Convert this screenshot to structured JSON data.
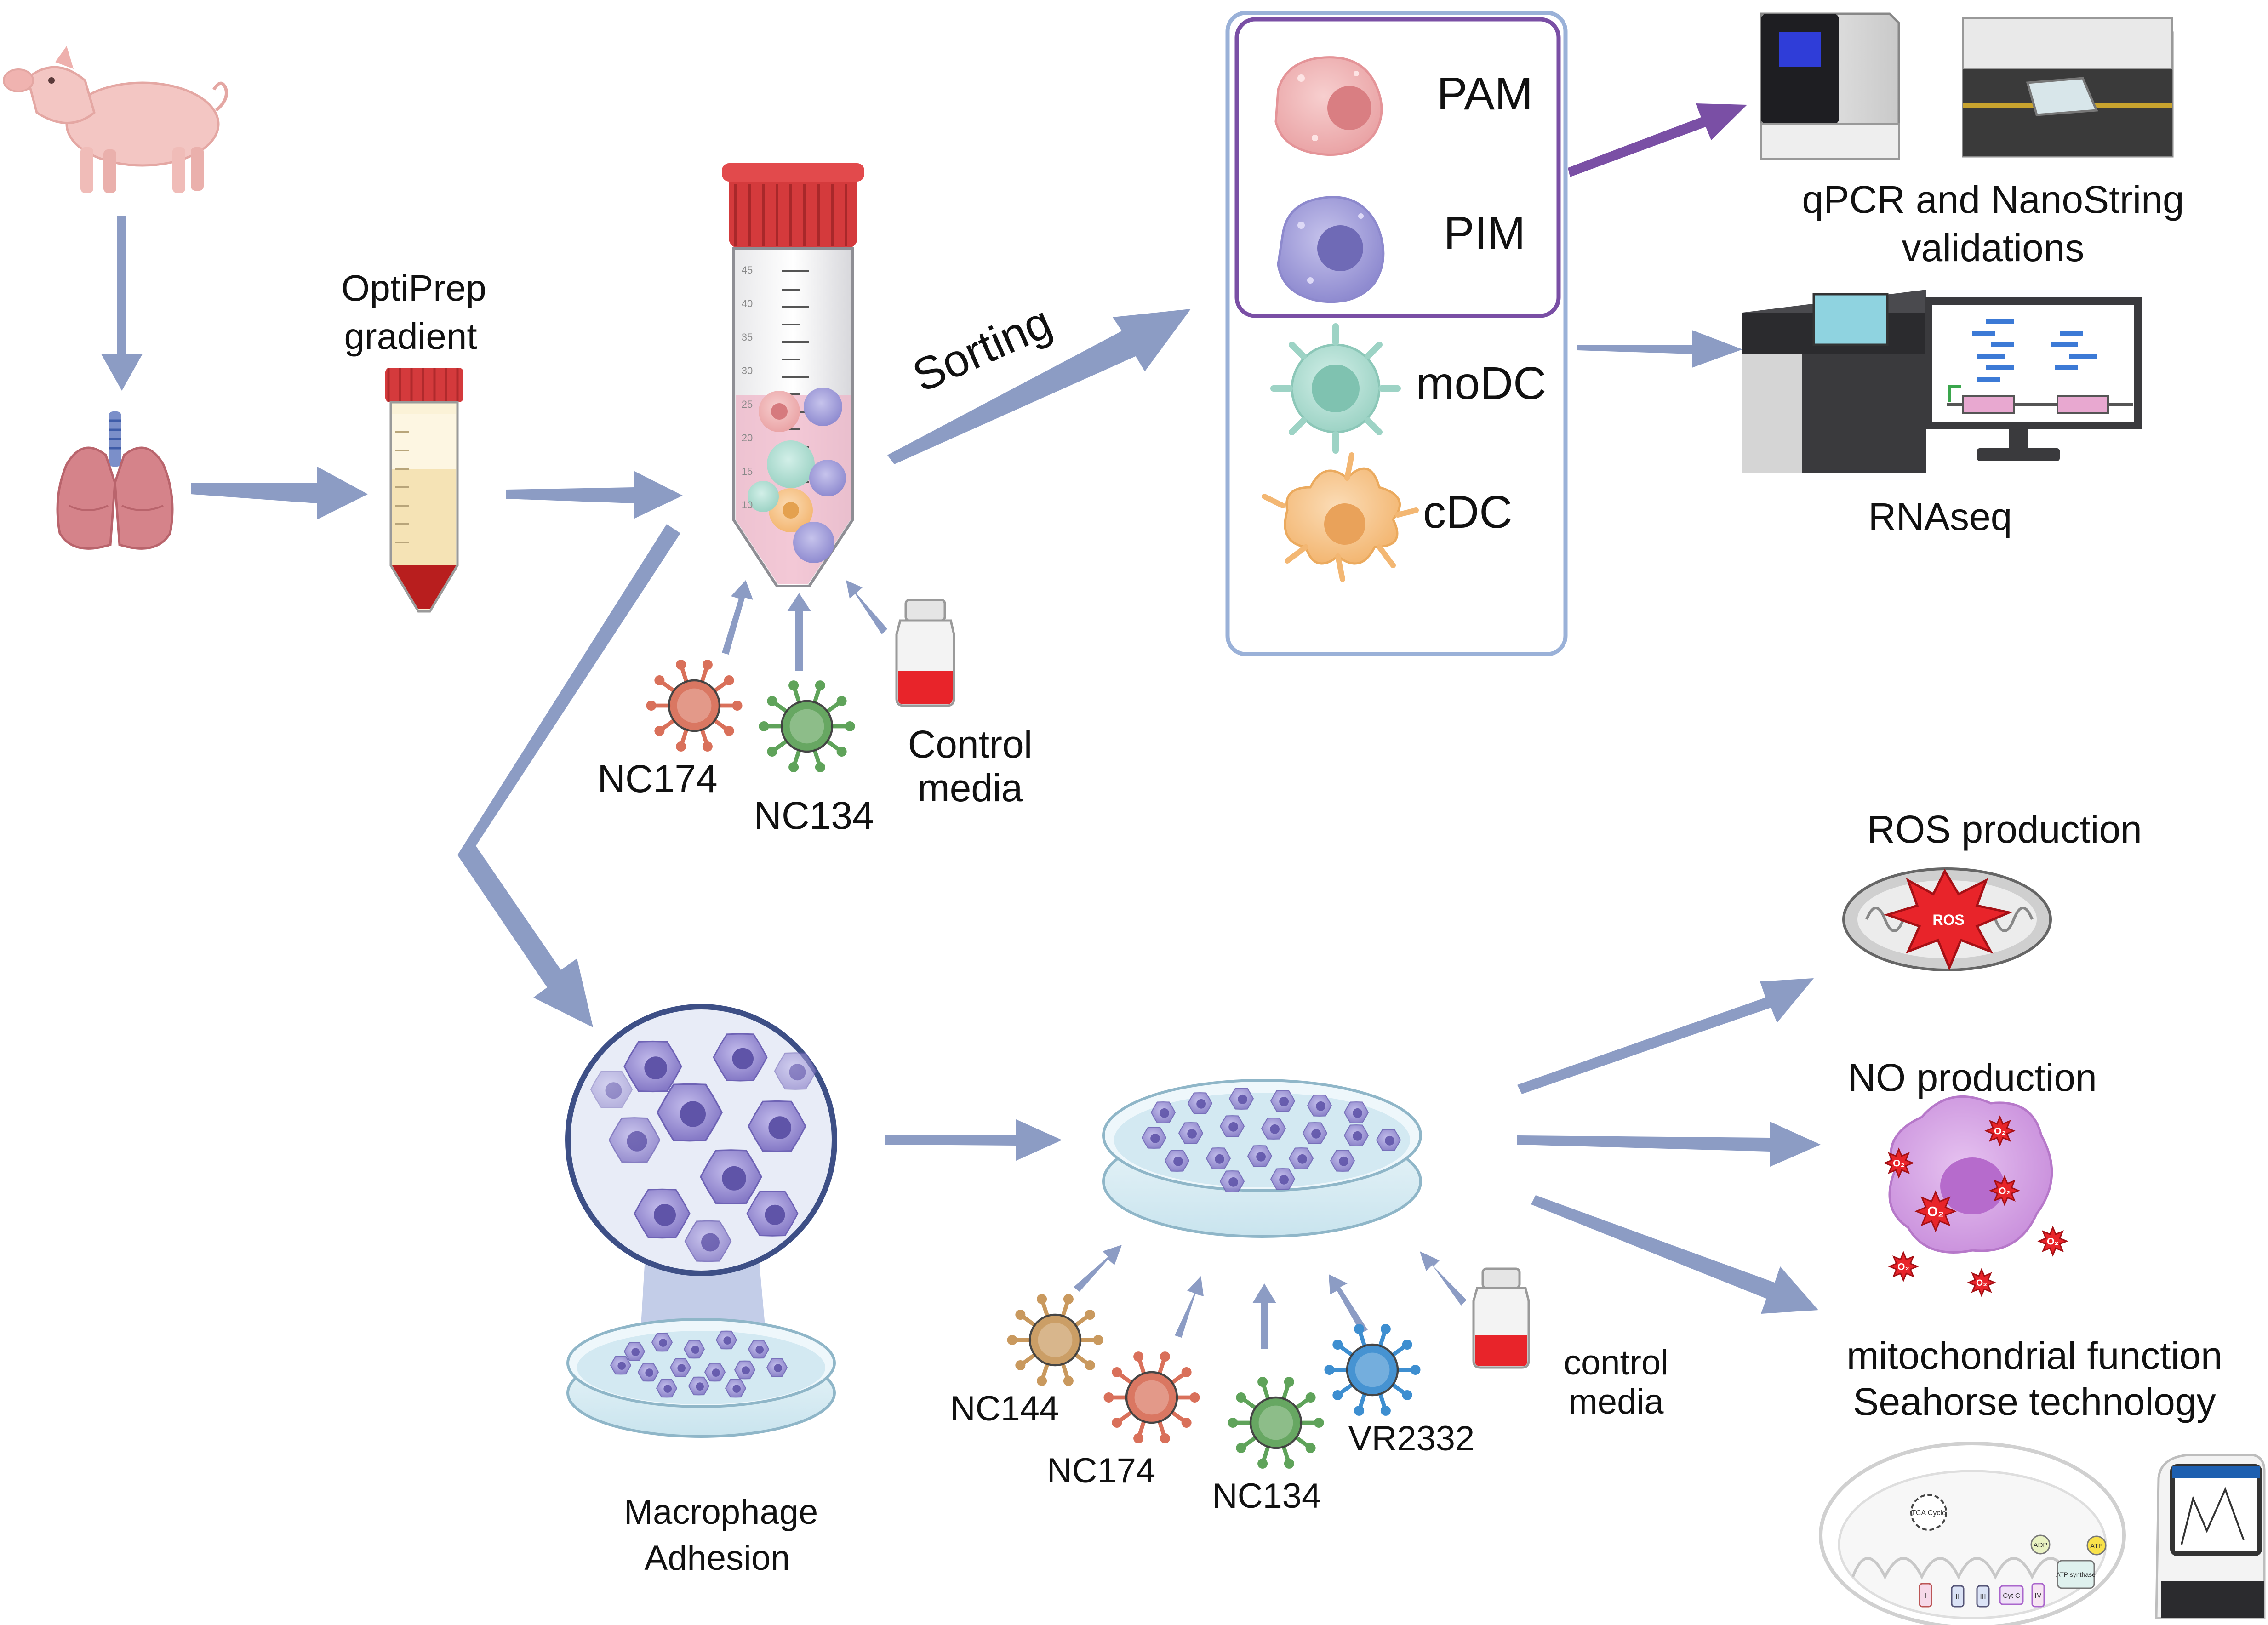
{
  "labels": {
    "optiprep": "OptiPrep",
    "gradient": "gradient",
    "sorting": "Sorting",
    "pam": "PAM",
    "pim": "PIM",
    "modc": "moDC",
    "cdc": "cDC",
    "qpcr_line1": "qPCR and NanoString",
    "qpcr_line2": "validations",
    "rnaseq": "RNAseq",
    "nc174_top": "NC174",
    "nc134_top": "NC134",
    "control_line1": "Control",
    "control_line2": "media",
    "macrophage_line1": "Macrophage",
    "macrophage_line2": "Adhesion",
    "nc144": "NC144",
    "nc174_bottom": "NC174",
    "nc134_bottom": "NC134",
    "vr2332": "VR2332",
    "control2_line1": "control",
    "control2_line2": "media",
    "ros_production": "ROS production",
    "ros_badge": "ROS",
    "no_production": "NO production",
    "mito_line1": "mitochondrial function",
    "mito_line2": "Seahorse technology",
    "tca": "TCA Cycle",
    "adp": "ADP",
    "atp": "ATP",
    "atp_synthase": "ATP synthase",
    "cyt_c": "Cyt C",
    "complex_i": "I",
    "complex_ii": "II",
    "complex_iii": "III",
    "complex_iv": "IV",
    "o2_mark": "O₂",
    "tube_ticks": [
      "45",
      "40",
      "35",
      "30",
      "25",
      "20",
      "15",
      "10"
    ]
  },
  "colors": {
    "arrow": "#8c9cc4",
    "purple_arrow": "#7a4fa5",
    "pam_cell": "#f2b7b7",
    "pim_cell": "#a9a6dc",
    "modc_cell": "#b8e0d6",
    "cdc_cell": "#f6c68f",
    "pig": "#f3c6c3",
    "lung": "#d5838a",
    "tube_cap": "#d43a3c",
    "nc174_virus": "#d9705a",
    "nc134_virus": "#5fa35a",
    "nc144_virus": "#c9995e",
    "vr2332_virus": "#3d8ed0",
    "media_red": "#e8242a",
    "macrophage": "#9a8fd6",
    "dish": "#d9edf5",
    "mito": "#c9c9c9",
    "no_cell": "#d9a6e8"
  },
  "icons": [
    "pig-icon",
    "lung-icon",
    "centrifuge-tube-icon",
    "virus-icon",
    "media-bottle-icon",
    "macrophage-icon",
    "dendritic-cell-icon",
    "qpcr-machine-icon",
    "nanostring-machine-icon",
    "sequencer-icon",
    "monitor-icon",
    "petri-dish-icon",
    "magnifier-icon",
    "mitochondrion-icon",
    "seahorse-analyzer-icon"
  ]
}
